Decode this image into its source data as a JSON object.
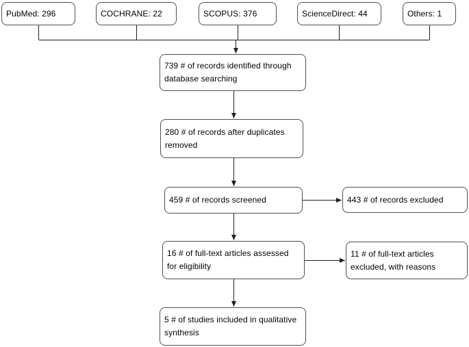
{
  "sources": [
    {
      "label": "PubMed: 296",
      "database": "PubMed",
      "count": 296
    },
    {
      "label": "COCHRANE: 22",
      "database": "COCHRANE",
      "count": 22
    },
    {
      "label": "SCOPUS: 376",
      "database": "SCOPUS",
      "count": 376
    },
    {
      "label": "ScienceDirect: 44",
      "database": "ScienceDirect",
      "count": 44
    },
    {
      "label": "Others: 1",
      "database": "Others",
      "count": 1
    }
  ],
  "flow": [
    {
      "label": "739 # of records identified through database searching",
      "count": 739
    },
    {
      "label": "280 # of records after duplicates removed",
      "count": 280
    },
    {
      "label": "459 # of records screened",
      "count": 459
    },
    {
      "label": "16 # of full-text articles assessed for eligibility",
      "count": 16
    },
    {
      "label": "5 # of studies included in qualitative synthesis",
      "count": 5
    }
  ],
  "exclusions": [
    {
      "label": "443 # of records excluded",
      "count": 443
    },
    {
      "label": "11 # of full-text articles excluded, with reasons",
      "count": 11
    }
  ],
  "colors": {
    "box_border": "#4f4f4f",
    "connector": "#1f1f1f",
    "background": "#ffffff",
    "text": "#000000"
  }
}
